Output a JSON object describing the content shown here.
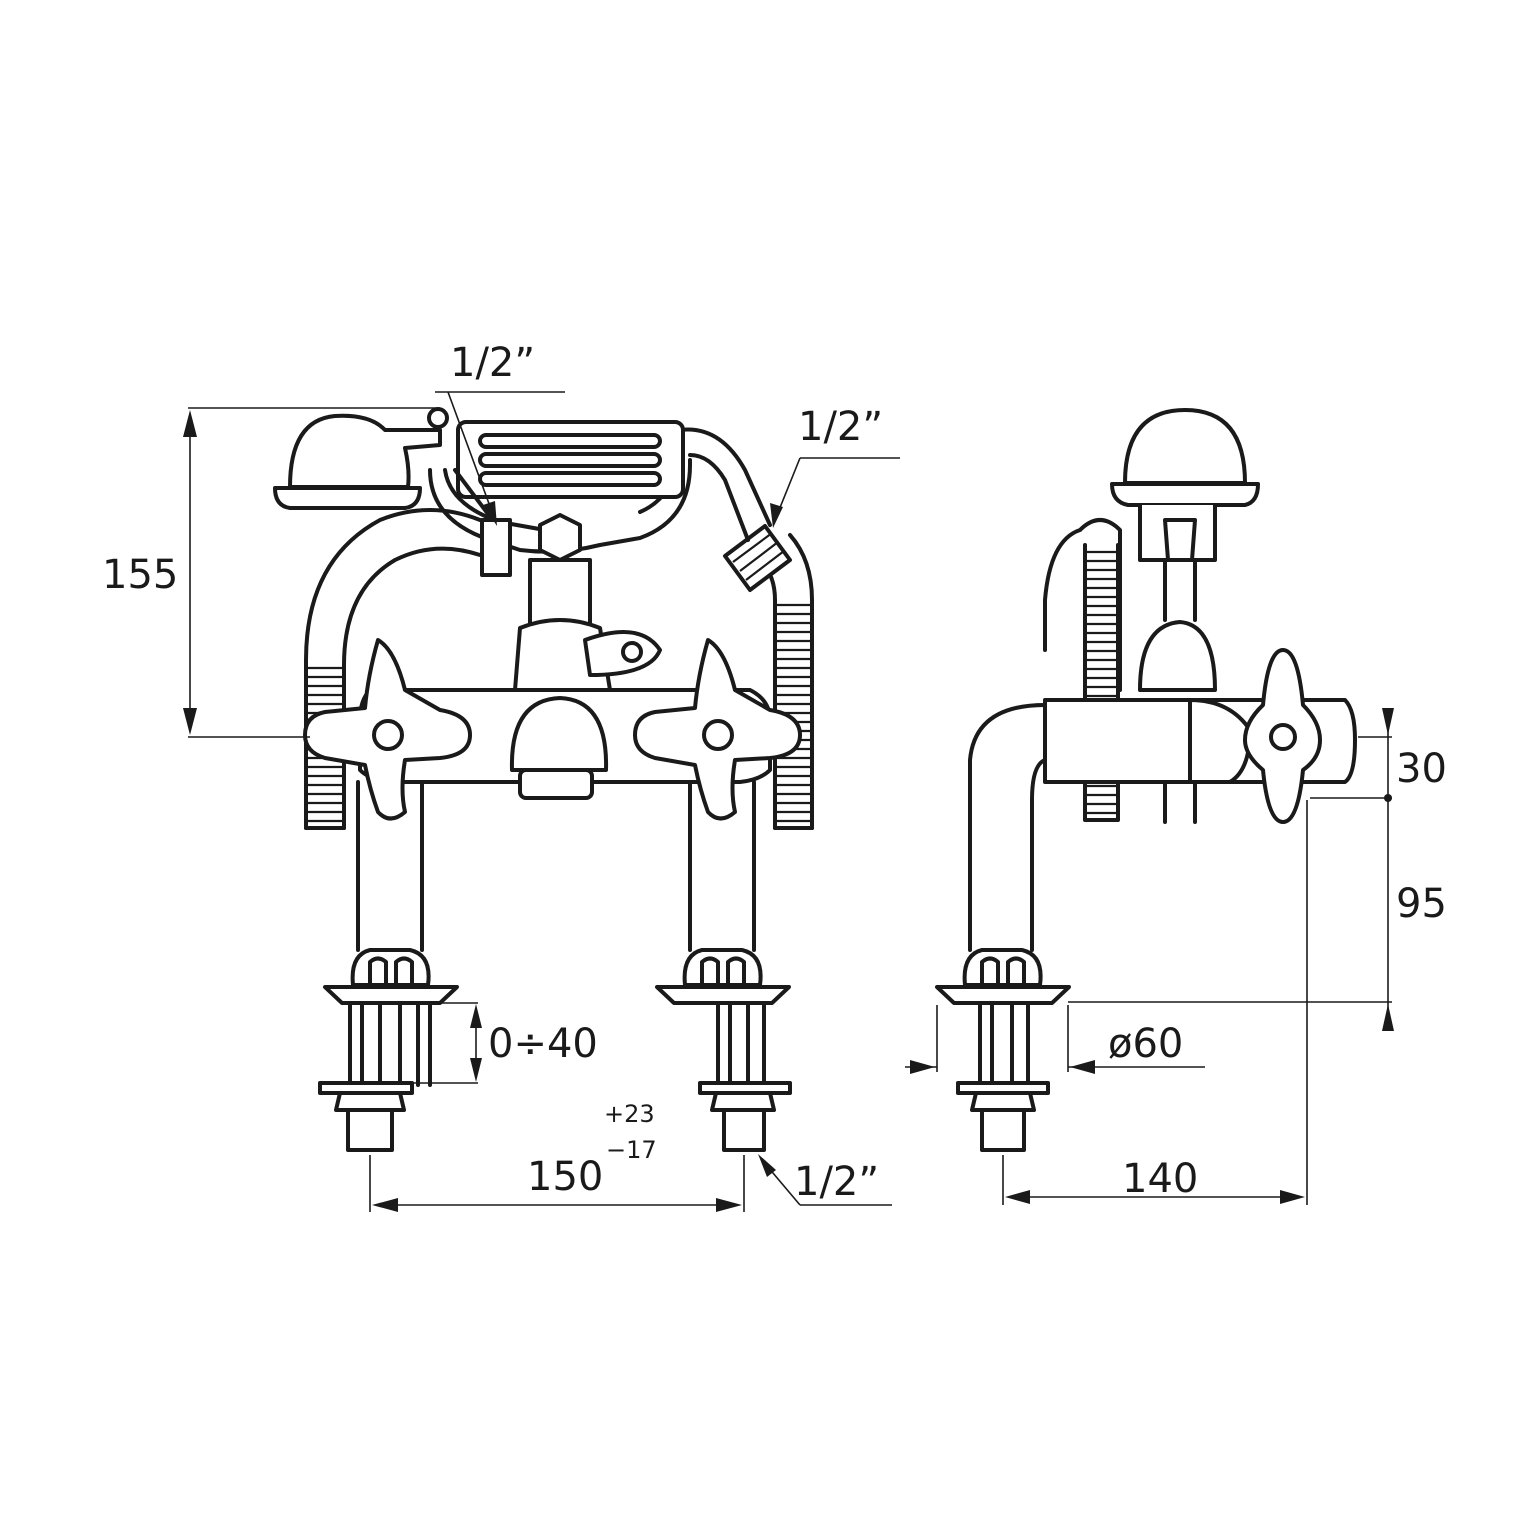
{
  "dimensions": {
    "height_total": "155",
    "inlet_top": "1/2”",
    "inlet_hose": "1/2”",
    "inlet_bottom": "1/2”",
    "adjust_range": "0÷40",
    "centres": "150",
    "tol_plus": "+23",
    "tol_minus": "−17",
    "height_body": "30",
    "height_deck": "95",
    "flange_diameter": "ø60",
    "projection": "140"
  },
  "colors": {
    "line": "#1a1a1a",
    "background": "#ffffff"
  }
}
